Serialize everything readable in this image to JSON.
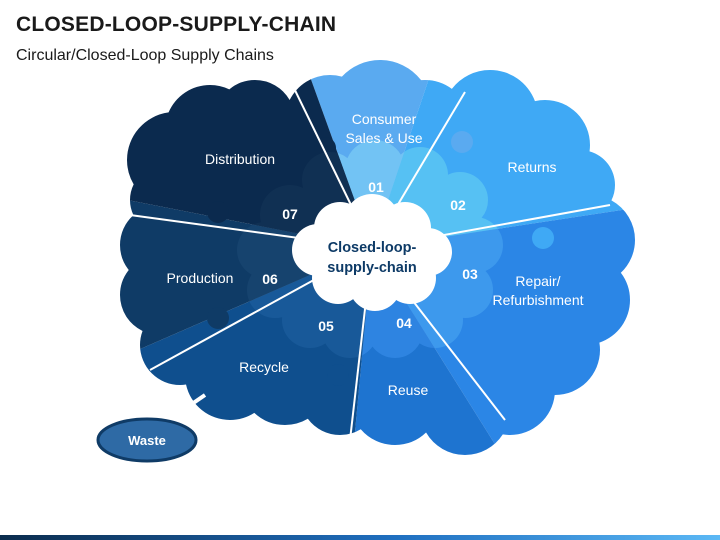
{
  "header": {
    "title": "CLOSED-LOOP-SUPPLY-CHAIN",
    "subtitle": "Circular/Closed-Loop Supply Chains"
  },
  "diagram": {
    "center": {
      "line1": "Closed-loop-",
      "line2": "supply-chain"
    },
    "segments": [
      {
        "num": "01",
        "line1": "Consumer",
        "line2": "Sales & Use",
        "color": "#5aaaf0"
      },
      {
        "num": "02",
        "line1": "Returns",
        "line2": "",
        "color": "#3fa9f5"
      },
      {
        "num": "03",
        "line1": "Repair/",
        "line2": "Refurbishment",
        "color": "#2b86e6"
      },
      {
        "num": "04",
        "line1": "Reuse",
        "line2": "",
        "color": "#1e74d0"
      },
      {
        "num": "05",
        "line1": "Recycle",
        "line2": "",
        "color": "#0f4f8e"
      },
      {
        "num": "06",
        "line1": "Production",
        "line2": "",
        "color": "#0f3b66"
      },
      {
        "num": "07",
        "line1": "Distribution",
        "line2": "",
        "color": "#0b2a4e"
      }
    ],
    "waste": {
      "label": "Waste",
      "color": "#2e6aa5"
    }
  }
}
